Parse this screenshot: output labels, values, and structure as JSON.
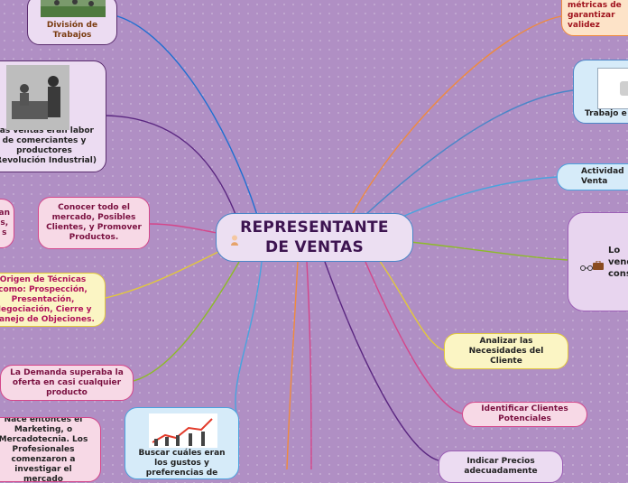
{
  "center": {
    "title": "REPRESENTANTE DE VENTAS"
  },
  "nodes": {
    "division": "División de Trabajos",
    "ventas_labor": "Las ventas eran labor de comerciantes y productores (Revolución Industrial)",
    "conocer": "Conocer todo el mercado, Posibles Clientes, y Promover Productos.",
    "left_partial": "an\ns,\ns",
    "origen": "Origen de Técnicas como: Prospección, Presentación, Negociación, Cierre y Manejo de Objeciones.",
    "demanda": "La Demanda superaba la oferta en casi cualquier producto",
    "marketing": "Nace entonces el Marketing, o Mercadotecnia. Los Profesionales comenzaron a investigar el mercado",
    "buscar": "Buscar cuáles eran los gustos y preferencias de",
    "analizar_metricas": "analizar métricas de garantizar validez",
    "trabajo": "Trabajo e",
    "actividad": "Actividad Venta",
    "lo_vende": "Lo vende cons",
    "analizar": "Analizar las Necesidades del Cliente",
    "identificar": "Identificar Clientes Potenciales",
    "precios": "Indicar Precios adecuadamente"
  },
  "icons": {
    "center": "person-icon",
    "glasses": "glasses-icon",
    "briefcase": "briefcase-icon",
    "field_photo": "farm-workers-photo",
    "vendor_photo": "street-vendor-photo",
    "trend_graph": "growth-chart-image",
    "doc_thumbnail": "document-icon"
  },
  "colors": {
    "background": "#b08fc4",
    "pink": "#d4468a",
    "yellow": "#e2c83b",
    "orange": "#f08a3c",
    "blue": "#4aa3de",
    "purple": "#5a2d6e",
    "lavender": "#9c5fb5",
    "center_text": "#3d1450"
  }
}
